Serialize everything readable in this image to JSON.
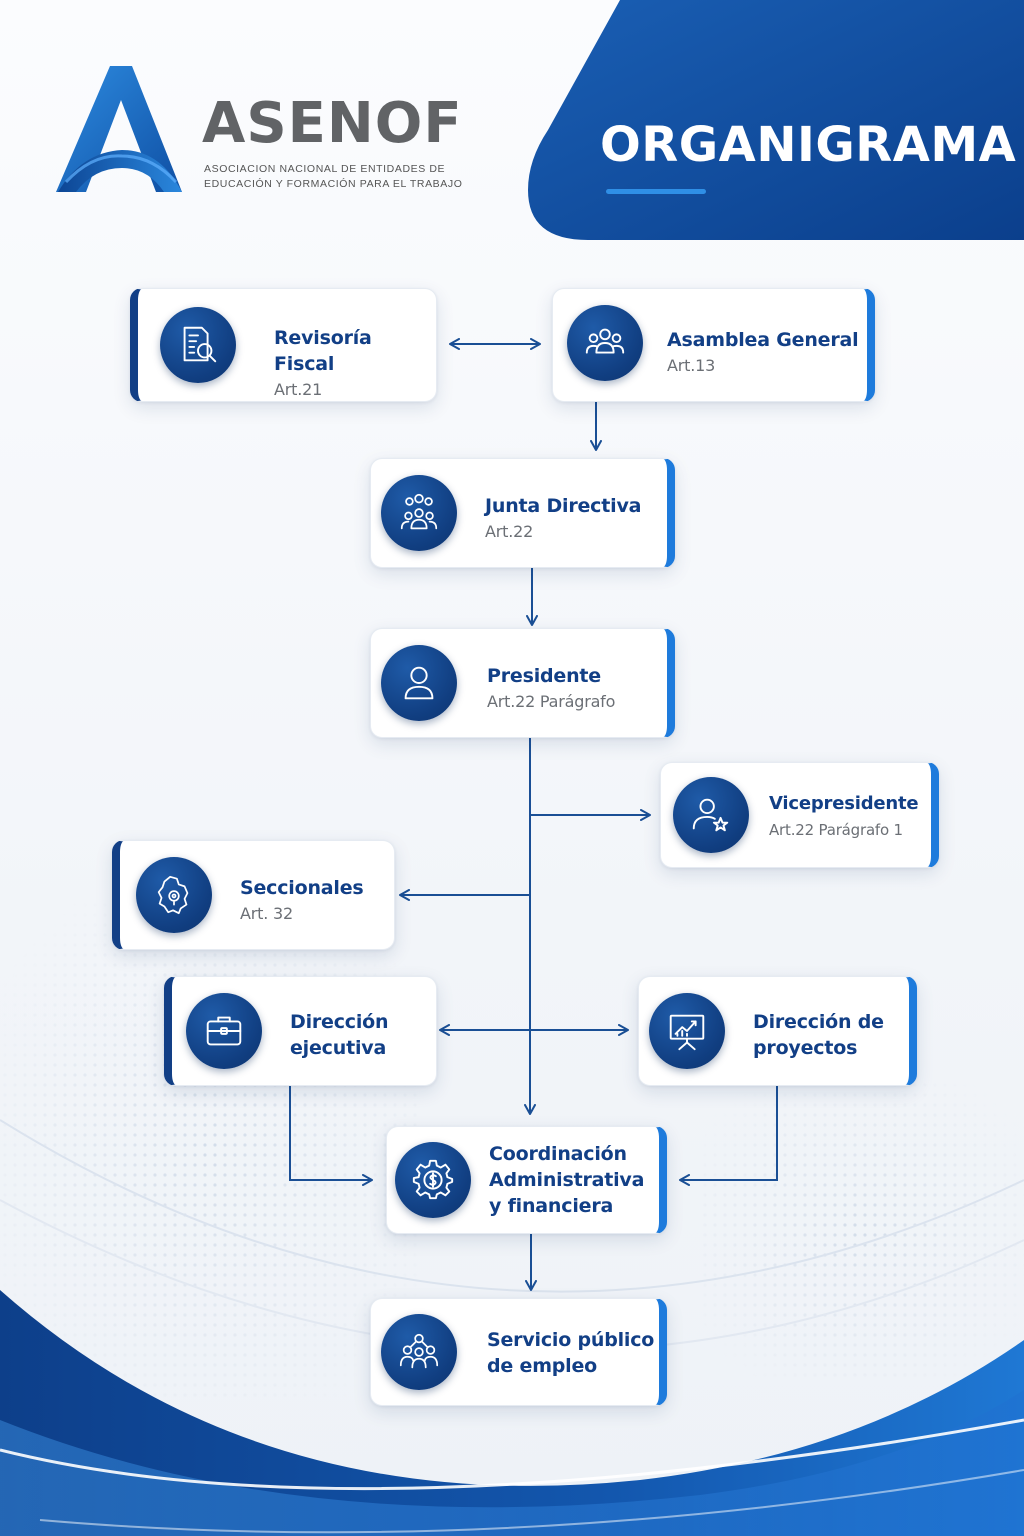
{
  "logo": {
    "name": "ASENOF",
    "tagline_line1": "ASOCIACION NACIONAL DE ENTIDADES DE",
    "tagline_line2": "EDUCACIÓN Y FORMACIÓN PARA EL TRABAJO"
  },
  "header": {
    "title": "ORGANIGRAMA"
  },
  "colors": {
    "primary": "#123f86",
    "accent": "#1e7bdc",
    "light_accent": "#2f8fe6",
    "text_muted": "#6b6f75"
  },
  "nodes": {
    "revisoria": {
      "title": "Revisoría Fiscal",
      "sub": "Art.21",
      "icon": "document-search-icon"
    },
    "asamblea": {
      "title": "Asamblea General",
      "sub": "Art.13",
      "icon": "group-people-icon"
    },
    "junta": {
      "title": "Junta Directiva",
      "sub": "Art.22",
      "icon": "team-icon"
    },
    "presidente": {
      "title": "Presidente",
      "sub": "Art.22 Parágrafo",
      "icon": "user-icon"
    },
    "vicepresidente": {
      "title": "Vicepresidente",
      "sub": "Art.22 Parágrafo 1",
      "icon": "user-star-icon"
    },
    "seccionales": {
      "title": "Seccionales",
      "sub": "Art. 32",
      "icon": "map-location-icon"
    },
    "direccion_ejecutiva": {
      "title_line1": "Dirección",
      "title_line2": "ejecutiva",
      "icon": "briefcase-icon"
    },
    "direccion_proyectos": {
      "title_line1": "Dirección de",
      "title_line2": "proyectos",
      "icon": "presentation-chart-icon"
    },
    "coordinacion": {
      "title_line1": "Coordinación",
      "title_line2": "Administrativa",
      "title_line3": "y financiera",
      "icon": "gear-dollar-icon"
    },
    "servicio": {
      "title_line1": "Servicio público",
      "title_line2": "de empleo",
      "icon": "people-network-icon"
    }
  }
}
